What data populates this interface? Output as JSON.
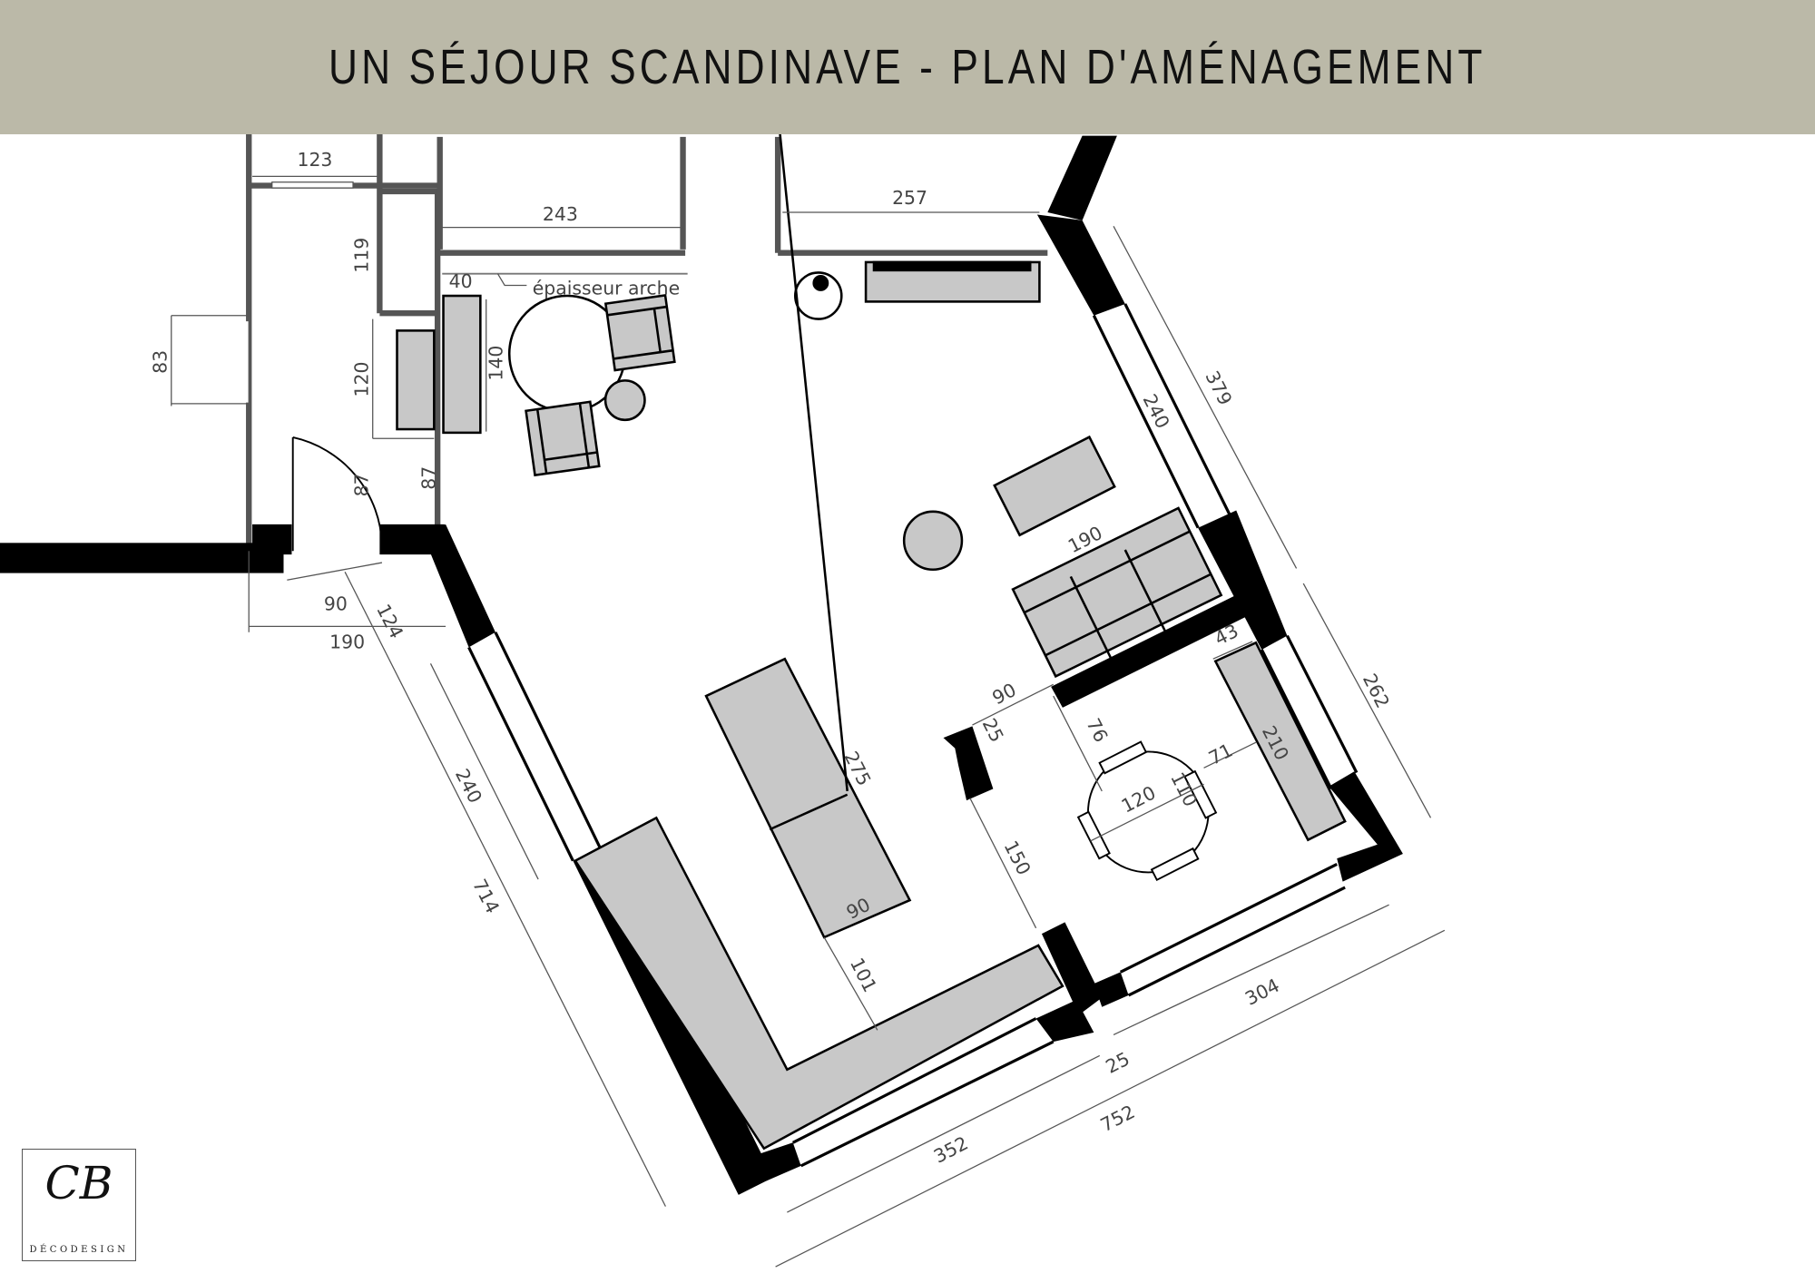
{
  "header": {
    "title": "UN SÉJOUR SCANDINAVE - PLAN D'AMÉNAGEMENT"
  },
  "colors": {
    "header_bg": "#bbb9a8",
    "wall": "#000000",
    "furniture": "#c8c8c8",
    "thin_wall": "#555555"
  },
  "annotations": {
    "arch_note": "épaisseur arche"
  },
  "dimensions": {
    "d123": "123",
    "d243": "243",
    "d257": "257",
    "d119": "119",
    "d83": "83",
    "d120a": "120",
    "d140": "140",
    "d40": "40",
    "d87a": "87",
    "d87b": "87",
    "d90a": "90",
    "d124": "124",
    "d190a": "190",
    "d240a": "240",
    "d714": "714",
    "d379": "379",
    "d240b": "240",
    "d190b": "190",
    "d43": "43",
    "d262": "262",
    "d90b": "90",
    "d25a": "25",
    "d76": "76",
    "d71": "71",
    "d210": "210",
    "d120b": "120",
    "d110": "110",
    "d275": "275",
    "d90c": "90",
    "d150": "150",
    "d101": "101",
    "d304": "304",
    "d25b": "25",
    "d352": "352",
    "d752": "752"
  },
  "logo": {
    "mark": "CB",
    "text": "DÉCODESIGN"
  }
}
